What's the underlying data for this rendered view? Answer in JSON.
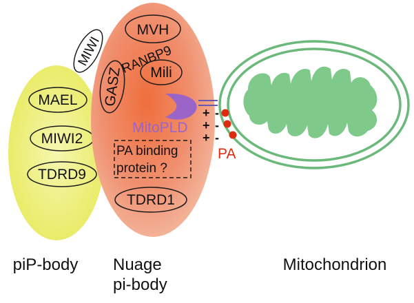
{
  "colors": {
    "pip_body": "#eef06a",
    "nuage": "#ee8a64",
    "mitochondrion_fill": "#7fc98a",
    "mitopld": "#9a64c8",
    "pa": "#e02a10",
    "outline": "#1a1a1a"
  },
  "pip_body": {
    "caption": "piP-body",
    "proteins": [
      "MAEL",
      "MIWI2",
      "TDRD9"
    ]
  },
  "nuage": {
    "caption_line1": "Nuage",
    "caption_line2": "pi-body",
    "proteins": {
      "mvh": "MVH",
      "miwi": "MIWI",
      "ranbp9": "RANBP9",
      "gasz": "GASZ",
      "mili": "Mili",
      "tdrd1": "TDRD1"
    },
    "mitopld_label": "MitoPLD",
    "pa_binding_line1": "PA binding",
    "pa_binding_line2": "protein ?"
  },
  "membrane": {
    "charges": [
      "+",
      "-",
      "+",
      "-",
      "+",
      "-"
    ],
    "pa_label": "PA"
  },
  "mitochondrion": {
    "caption": "Mitochondrion"
  }
}
